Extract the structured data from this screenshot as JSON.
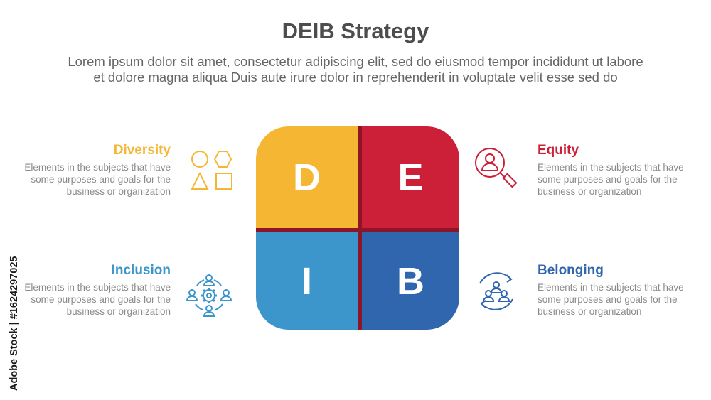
{
  "title": "DEIB Strategy",
  "subtitle_line1": "Lorem ipsum dolor sit amet, consectetur adipiscing elit, sed do eiusmod tempor incididunt ut labore",
  "subtitle_line2": "et dolore magna aliqua Duis aute irure dolor in reprehenderit in voluptate velit esse sed do",
  "items": [
    {
      "letter": "D",
      "heading": "Diversity",
      "desc_lines": [
        "Elements in the subjects that have",
        "some purposes and goals for the",
        "business or organization"
      ],
      "color": "#f5b733",
      "icon": "shapes-icon"
    },
    {
      "letter": "E",
      "heading": "Equity",
      "desc_lines": [
        "Elements in the subjects that have",
        "some purposes and goals for the",
        "business or organization"
      ],
      "color": "#cc2038",
      "icon": "person-search-icon"
    },
    {
      "letter": "I",
      "heading": "Inclusion",
      "desc_lines": [
        "Elements in the subjects that have",
        "some purposes and goals for the",
        "business or organization"
      ],
      "color": "#3c96cc",
      "icon": "team-gear-icon"
    },
    {
      "letter": "B",
      "heading": "Belonging",
      "desc_lines": [
        "Elements in the subjects that have",
        "some purposes and goals for the",
        "business or organization"
      ],
      "color": "#2f66ad",
      "icon": "group-cycle-icon"
    }
  ],
  "watermark": "Adobe Stock | #1624297025"
}
